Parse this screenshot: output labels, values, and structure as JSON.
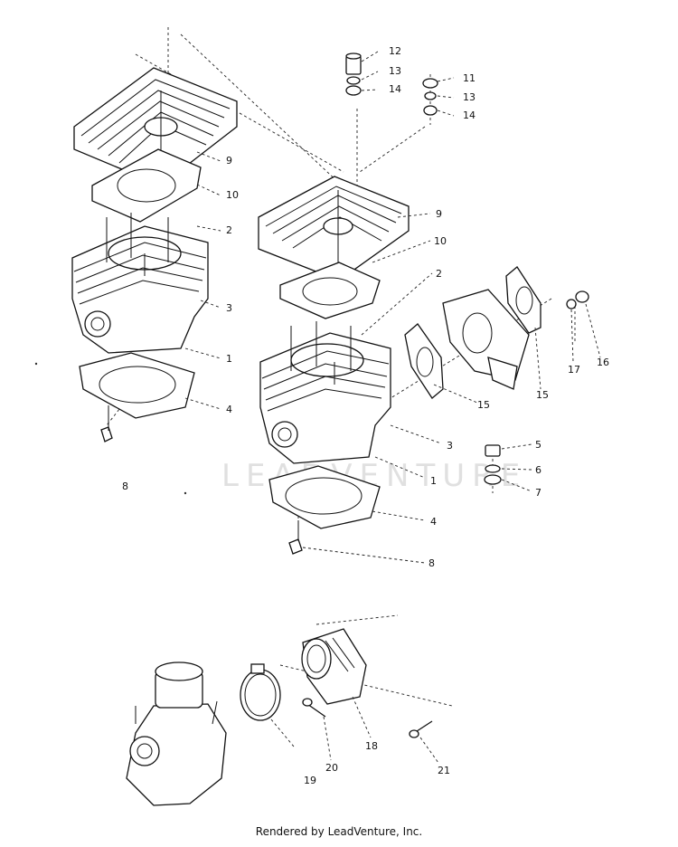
{
  "diagram": {
    "callouts": {
      "c12": "12",
      "c13a": "13",
      "c14a": "14",
      "c11": "11",
      "c13b": "13",
      "c14b": "14",
      "c9a": "9",
      "c10a": "10",
      "c2a": "2",
      "c3a": "3",
      "c1a": "1",
      "c4a": "4",
      "c8a": "8",
      "c9b": "9",
      "c10b": "10",
      "c2b": "2",
      "c15a": "15",
      "c15b": "15",
      "c16": "16",
      "c17": "17",
      "c5": "5",
      "c6": "6",
      "c7": "7",
      "c3b": "3",
      "c1b": "1",
      "c4b": "4",
      "c8b": "8",
      "c18": "18",
      "c19": "19",
      "c20": "20",
      "c21": "21"
    },
    "watermark": "LEADVENTURE"
  },
  "footer": {
    "text": "Rendered by LeadVenture, Inc."
  }
}
